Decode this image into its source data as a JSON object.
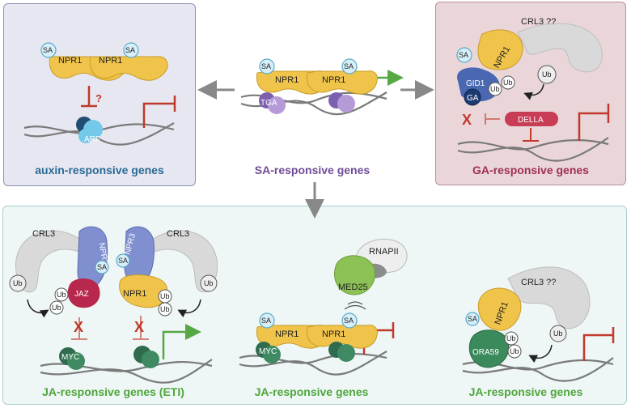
{
  "labels": {
    "sa": "SA",
    "npr1": "NPR1",
    "npr34": "NPR3/4",
    "npr3": "NPR3",
    "tga": "TGA",
    "arf": "ARF",
    "crl3": "CRL3",
    "crl3q": "CRL3 ??",
    "gid1": "GID1",
    "ga": "GA",
    "della": "DELLA",
    "ub": "Ub",
    "jaz": "JAZ",
    "myc": "MYC",
    "med25": "MED25",
    "rnapii": "RNAPII",
    "ora59": "ORA59",
    "question": "?",
    "cross": "X"
  },
  "captions": {
    "auxin": "auxin-responsive genes",
    "sa": "SA-responsive genes",
    "ga": "GA-responsive genes",
    "ja_eti": "JA-responsive genes (ETI)",
    "ja_med": "JA-responsive genes",
    "ja_ora": "JA-responsive genes"
  },
  "colors": {
    "npr1": "#f0c44a",
    "npr3": "#7f8fd0",
    "crl3": "#d9d9d9",
    "sa": "#d6eef7",
    "tga": "#9b7fc2",
    "arf": "#74c9ea",
    "gid1": "#4a67b1",
    "ga": "#1d3b73",
    "della": "#c83c55",
    "jaz": "#b8274c",
    "myc": "#2f6b4e",
    "med25": "#8cc255",
    "ora59": "#3a8a5c",
    "activate": "#56a845",
    "repress": "#c0392b",
    "arrow": "#888888"
  }
}
